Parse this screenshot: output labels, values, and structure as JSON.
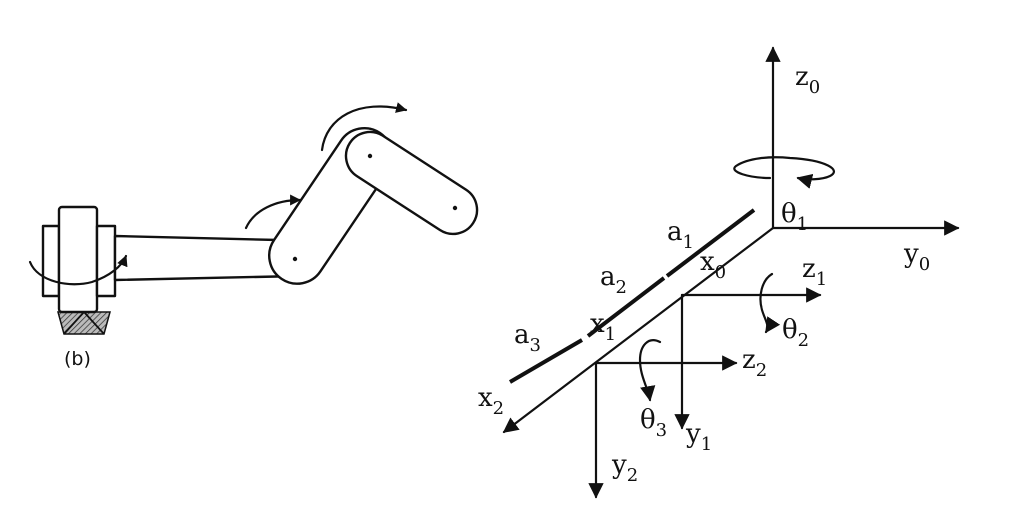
{
  "left_figure": {
    "caption": "(b)"
  },
  "frames": {
    "z0": {
      "main": "z",
      "sub": "0"
    },
    "y0": {
      "main": "y",
      "sub": "0"
    },
    "x0": {
      "main": "x",
      "sub": "0"
    },
    "z1": {
      "main": "z",
      "sub": "1"
    },
    "x1": {
      "main": "x",
      "sub": "1"
    },
    "y1": {
      "main": "y",
      "sub": "1"
    },
    "z2": {
      "main": "z",
      "sub": "2"
    },
    "x2": {
      "main": "x",
      "sub": "2"
    },
    "y2": {
      "main": "y",
      "sub": "2"
    }
  },
  "angles": {
    "theta1": {
      "main": "θ",
      "sub": "1"
    },
    "theta2": {
      "main": "θ",
      "sub": "2"
    },
    "theta3": {
      "main": "θ",
      "sub": "3"
    }
  },
  "links": {
    "a1": {
      "main": "a",
      "sub": "1"
    },
    "a2": {
      "main": "a",
      "sub": "2"
    },
    "a3": {
      "main": "a",
      "sub": "3"
    }
  }
}
